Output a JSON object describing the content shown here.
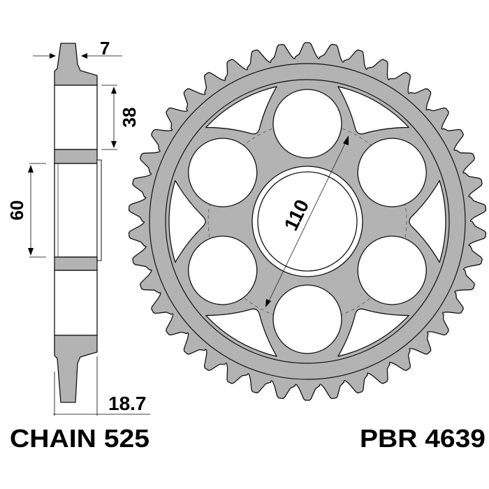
{
  "diagram": {
    "title": "Rear sprocket technical drawing",
    "dimensions": {
      "tooth_thickness": "7",
      "flange_height": "38",
      "center_bore": "60",
      "overall_width": "18.7",
      "bolt_circle": "110"
    },
    "chain_label": "CHAIN 525",
    "part_number": "PBR 4639",
    "tooth_count": 42,
    "colors": {
      "metal": "#b3b3b3",
      "outline": "#111111"
    }
  }
}
